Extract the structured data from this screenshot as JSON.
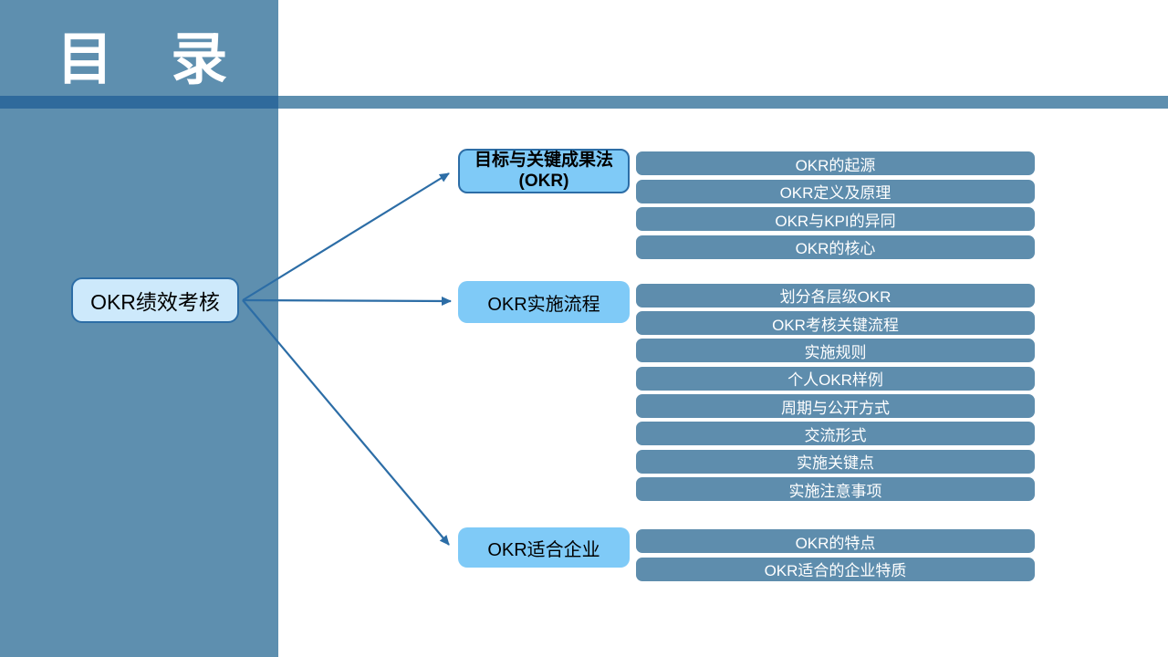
{
  "page": {
    "title": "目 录"
  },
  "colors": {
    "sidebar": "#5E8FAF",
    "stripe_dark": "#2F6A9C",
    "root_fill": "#CDE9FB",
    "category_fill": "#7FCAF7",
    "leaf_fill": "#5E8DAD",
    "node_border": "#2C6DA6",
    "arrow": "#2C6DA6",
    "leaf_text": "#ffffff"
  },
  "tree": {
    "root": {
      "label": "OKR绩效考核"
    },
    "groups": [
      {
        "label": "目标与关键成果法\n(OKR)",
        "items": [
          "OKR的起源",
          "OKR定义及原理",
          "OKR与KPI的异同",
          "OKR的核心"
        ]
      },
      {
        "label": "OKR实施流程",
        "items": [
          "划分各层级OKR",
          "OKR考核关键流程",
          "实施规则",
          "个人OKR样例",
          "周期与公开方式",
          "交流形式",
          "实施关键点",
          "实施注意事项"
        ]
      },
      {
        "label": "OKR适合企业",
        "items": [
          "OKR的特点",
          "OKR适合的企业特质"
        ]
      }
    ]
  }
}
